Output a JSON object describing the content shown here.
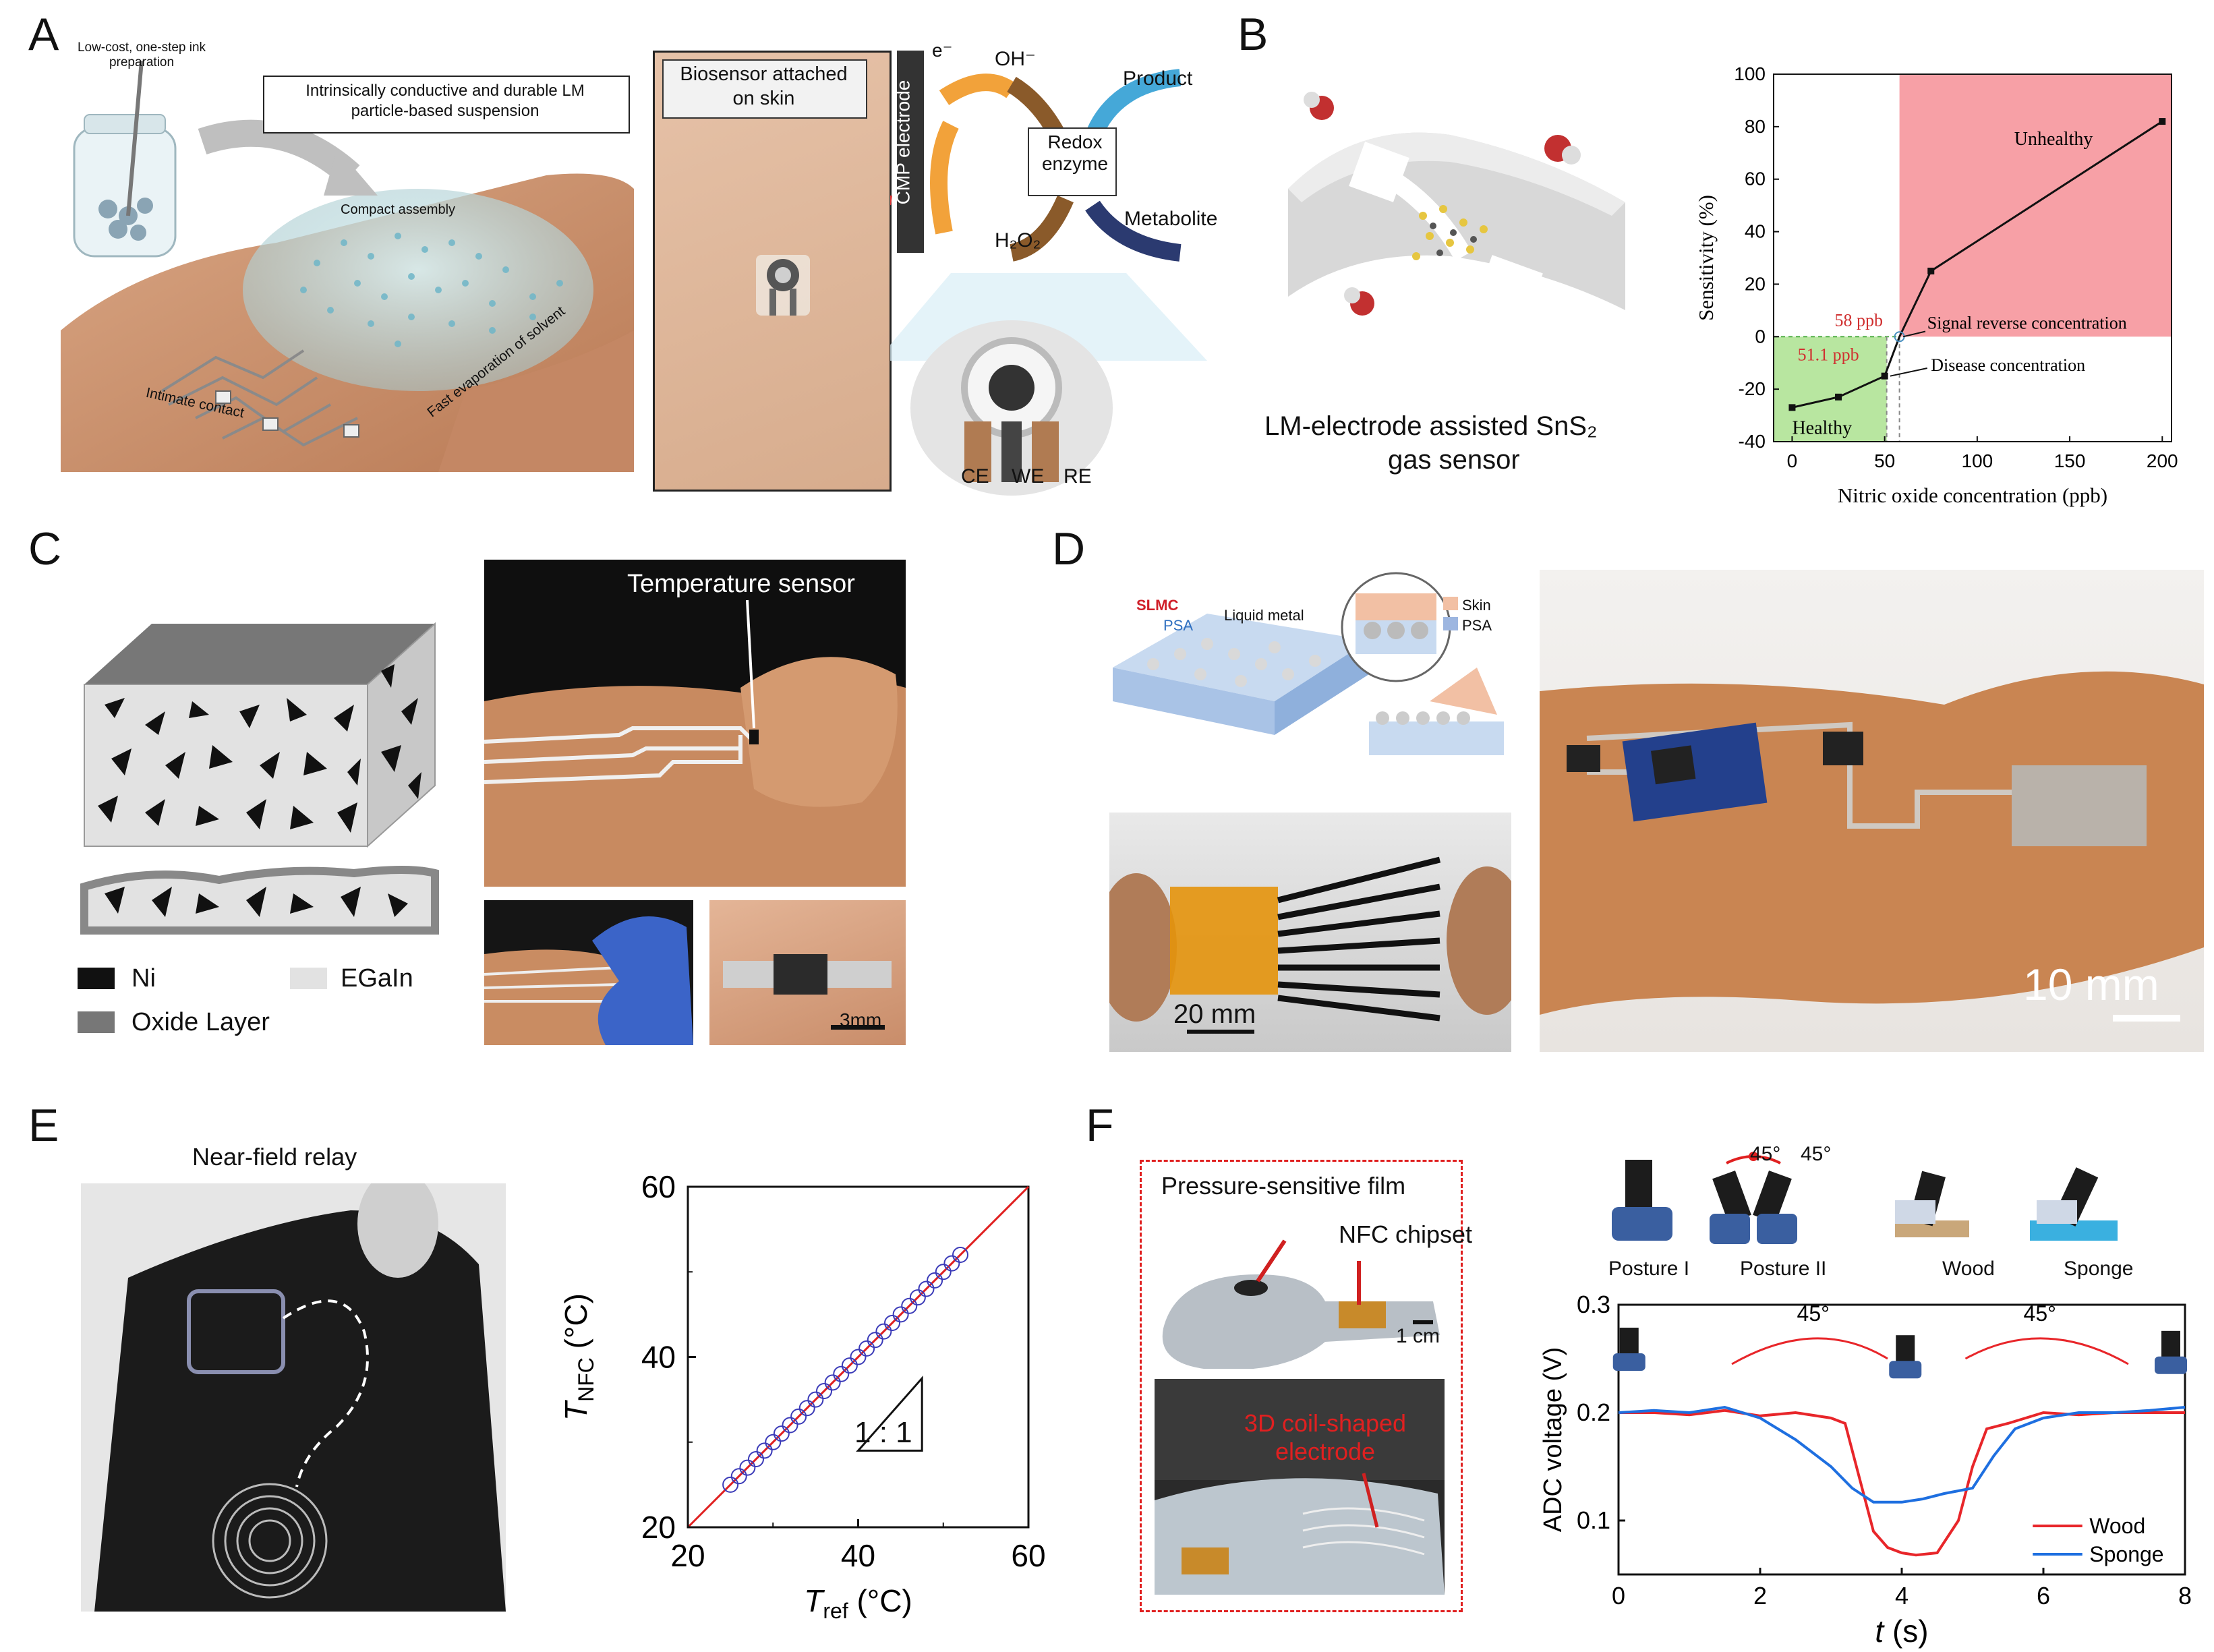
{
  "panels": {
    "A": {
      "letter": "A",
      "ink_note": "Low-cost, one-step ink preparation",
      "box_label": "Intrinsically conductive and durable LM particle-based suspension",
      "assembly": "Compact assembly",
      "intimate": "Intimate contact",
      "evaporation": "Fast evaporation of solvent",
      "biosensor_label": "Biosensor attached on skin",
      "cmp": "CMP electrode",
      "electron": "e⁻",
      "oh": "OH⁻",
      "product": "Product",
      "redox": "Redox enzyme",
      "metabolite": "Metabolite",
      "h2o2": "H₂O₂",
      "ce": "CE",
      "we": "WE",
      "re": "RE"
    },
    "B": {
      "letter": "B",
      "caption_line1": "LM-electrode assisted SnS₂",
      "caption_line2": "gas sensor"
    },
    "C": {
      "letter": "C",
      "temp_sensor": "Temperature sensor",
      "ni": "Ni",
      "egain": "EGaIn",
      "oxide": "Oxide Layer",
      "scale": "3mm"
    },
    "D": {
      "letter": "D",
      "slmc": "SLMC",
      "psa": "PSA",
      "liquid_metal": "Liquid metal",
      "skin": "Skin",
      "psa_legend": "PSA",
      "scale_small": "20 mm",
      "scale_large": "10 mm"
    },
    "E": {
      "letter": "E",
      "relay": "Near-field relay",
      "ratio": "1 : 1"
    },
    "F": {
      "letter": "F",
      "film": "Pressure-sensitive film",
      "nfc": "NFC chipset",
      "cm": "1 cm",
      "coil": "3D coil-shaped electrode",
      "posture1": "Posture I",
      "posture2": "Posture II",
      "wood": "Wood",
      "sponge": "Sponge",
      "angle": "45°"
    }
  },
  "colors": {
    "red": "#e8262a",
    "blue": "#1e6fe0",
    "healthy_green": "#b8e6a0",
    "unhealthy_pink": "#f7a0a6",
    "skin": "#d9a582",
    "dark_skin": "#c98a5e",
    "shirt": "#1a1a1a"
  },
  "chart_data": [
    {
      "type": "line",
      "panel": "B",
      "xlabel": "Nitric oxide concentration (ppb)",
      "ylabel": "Sensitivity (%)",
      "xlim": [
        -10,
        205
      ],
      "ylim": [
        -40,
        100
      ],
      "xticks": [
        0,
        50,
        100,
        150,
        200
      ],
      "yticks": [
        -40,
        -20,
        0,
        20,
        40,
        60,
        80,
        100
      ],
      "series": [
        {
          "x": [
            0,
            25,
            50,
            58,
            75,
            200
          ],
          "y": [
            -27,
            -23,
            -15,
            0,
            25,
            82
          ]
        }
      ],
      "annotations": {
        "healthy": "Healthy",
        "unhealthy": "Unhealthy",
        "ppb58": "58 ppb",
        "ppb51": "51.1 ppb",
        "signal_reverse": "Signal reverse concentration",
        "disease": "Disease concentration"
      }
    },
    {
      "type": "scatter",
      "panel": "E",
      "xlabel": "T",
      "xlabel_sub": "ref",
      "xlabel_unit": "(°C)",
      "ylabel": "T",
      "ylabel_sub": "NFC",
      "ylabel_unit": "(°C)",
      "xlim": [
        20,
        60
      ],
      "ylim": [
        20,
        60
      ],
      "xticks": [
        20,
        40,
        60
      ],
      "yticks": [
        20,
        40,
        60
      ],
      "series": [
        {
          "x": [
            25,
            26,
            27,
            28,
            29,
            30,
            31,
            32,
            33,
            34,
            35,
            36,
            37,
            38,
            39,
            40,
            41,
            42,
            43,
            44,
            45,
            46,
            47,
            48,
            49,
            50,
            51,
            52
          ],
          "y": [
            25,
            26,
            27,
            28,
            29,
            30,
            31,
            32,
            33,
            34,
            35,
            36,
            37,
            38,
            39,
            40,
            41,
            42,
            43,
            44,
            45,
            46,
            47,
            48,
            49,
            50,
            51,
            52
          ]
        }
      ]
    },
    {
      "type": "line",
      "panel": "F",
      "xlabel": "t",
      "xlabel_unit": "(s)",
      "ylabel": "ADC voltage (V)",
      "xlim": [
        0,
        8
      ],
      "ylim": [
        0.05,
        0.3
      ],
      "xticks": [
        0,
        2,
        4,
        6,
        8
      ],
      "yticks": [
        0.1,
        0.2,
        0.3
      ],
      "series": [
        {
          "name": "Wood",
          "x": [
            0,
            0.5,
            1,
            1.5,
            2,
            2.5,
            3,
            3.2,
            3.4,
            3.6,
            3.8,
            4,
            4.2,
            4.5,
            4.8,
            5,
            5.2,
            5.5,
            6,
            6.5,
            7,
            7.5,
            8
          ],
          "y": [
            0.2,
            0.2,
            0.198,
            0.202,
            0.197,
            0.2,
            0.195,
            0.19,
            0.14,
            0.09,
            0.075,
            0.07,
            0.068,
            0.07,
            0.1,
            0.15,
            0.185,
            0.19,
            0.2,
            0.198,
            0.2,
            0.2,
            0.2
          ]
        },
        {
          "name": "Sponge",
          "x": [
            0,
            0.5,
            1,
            1.5,
            2,
            2.5,
            3,
            3.3,
            3.6,
            4,
            4.3,
            4.6,
            5,
            5.3,
            5.6,
            6,
            6.5,
            7,
            7.5,
            8
          ],
          "y": [
            0.2,
            0.202,
            0.2,
            0.205,
            0.195,
            0.175,
            0.15,
            0.13,
            0.117,
            0.117,
            0.12,
            0.125,
            0.13,
            0.16,
            0.185,
            0.195,
            0.2,
            0.2,
            0.202,
            0.205
          ]
        }
      ]
    }
  ]
}
